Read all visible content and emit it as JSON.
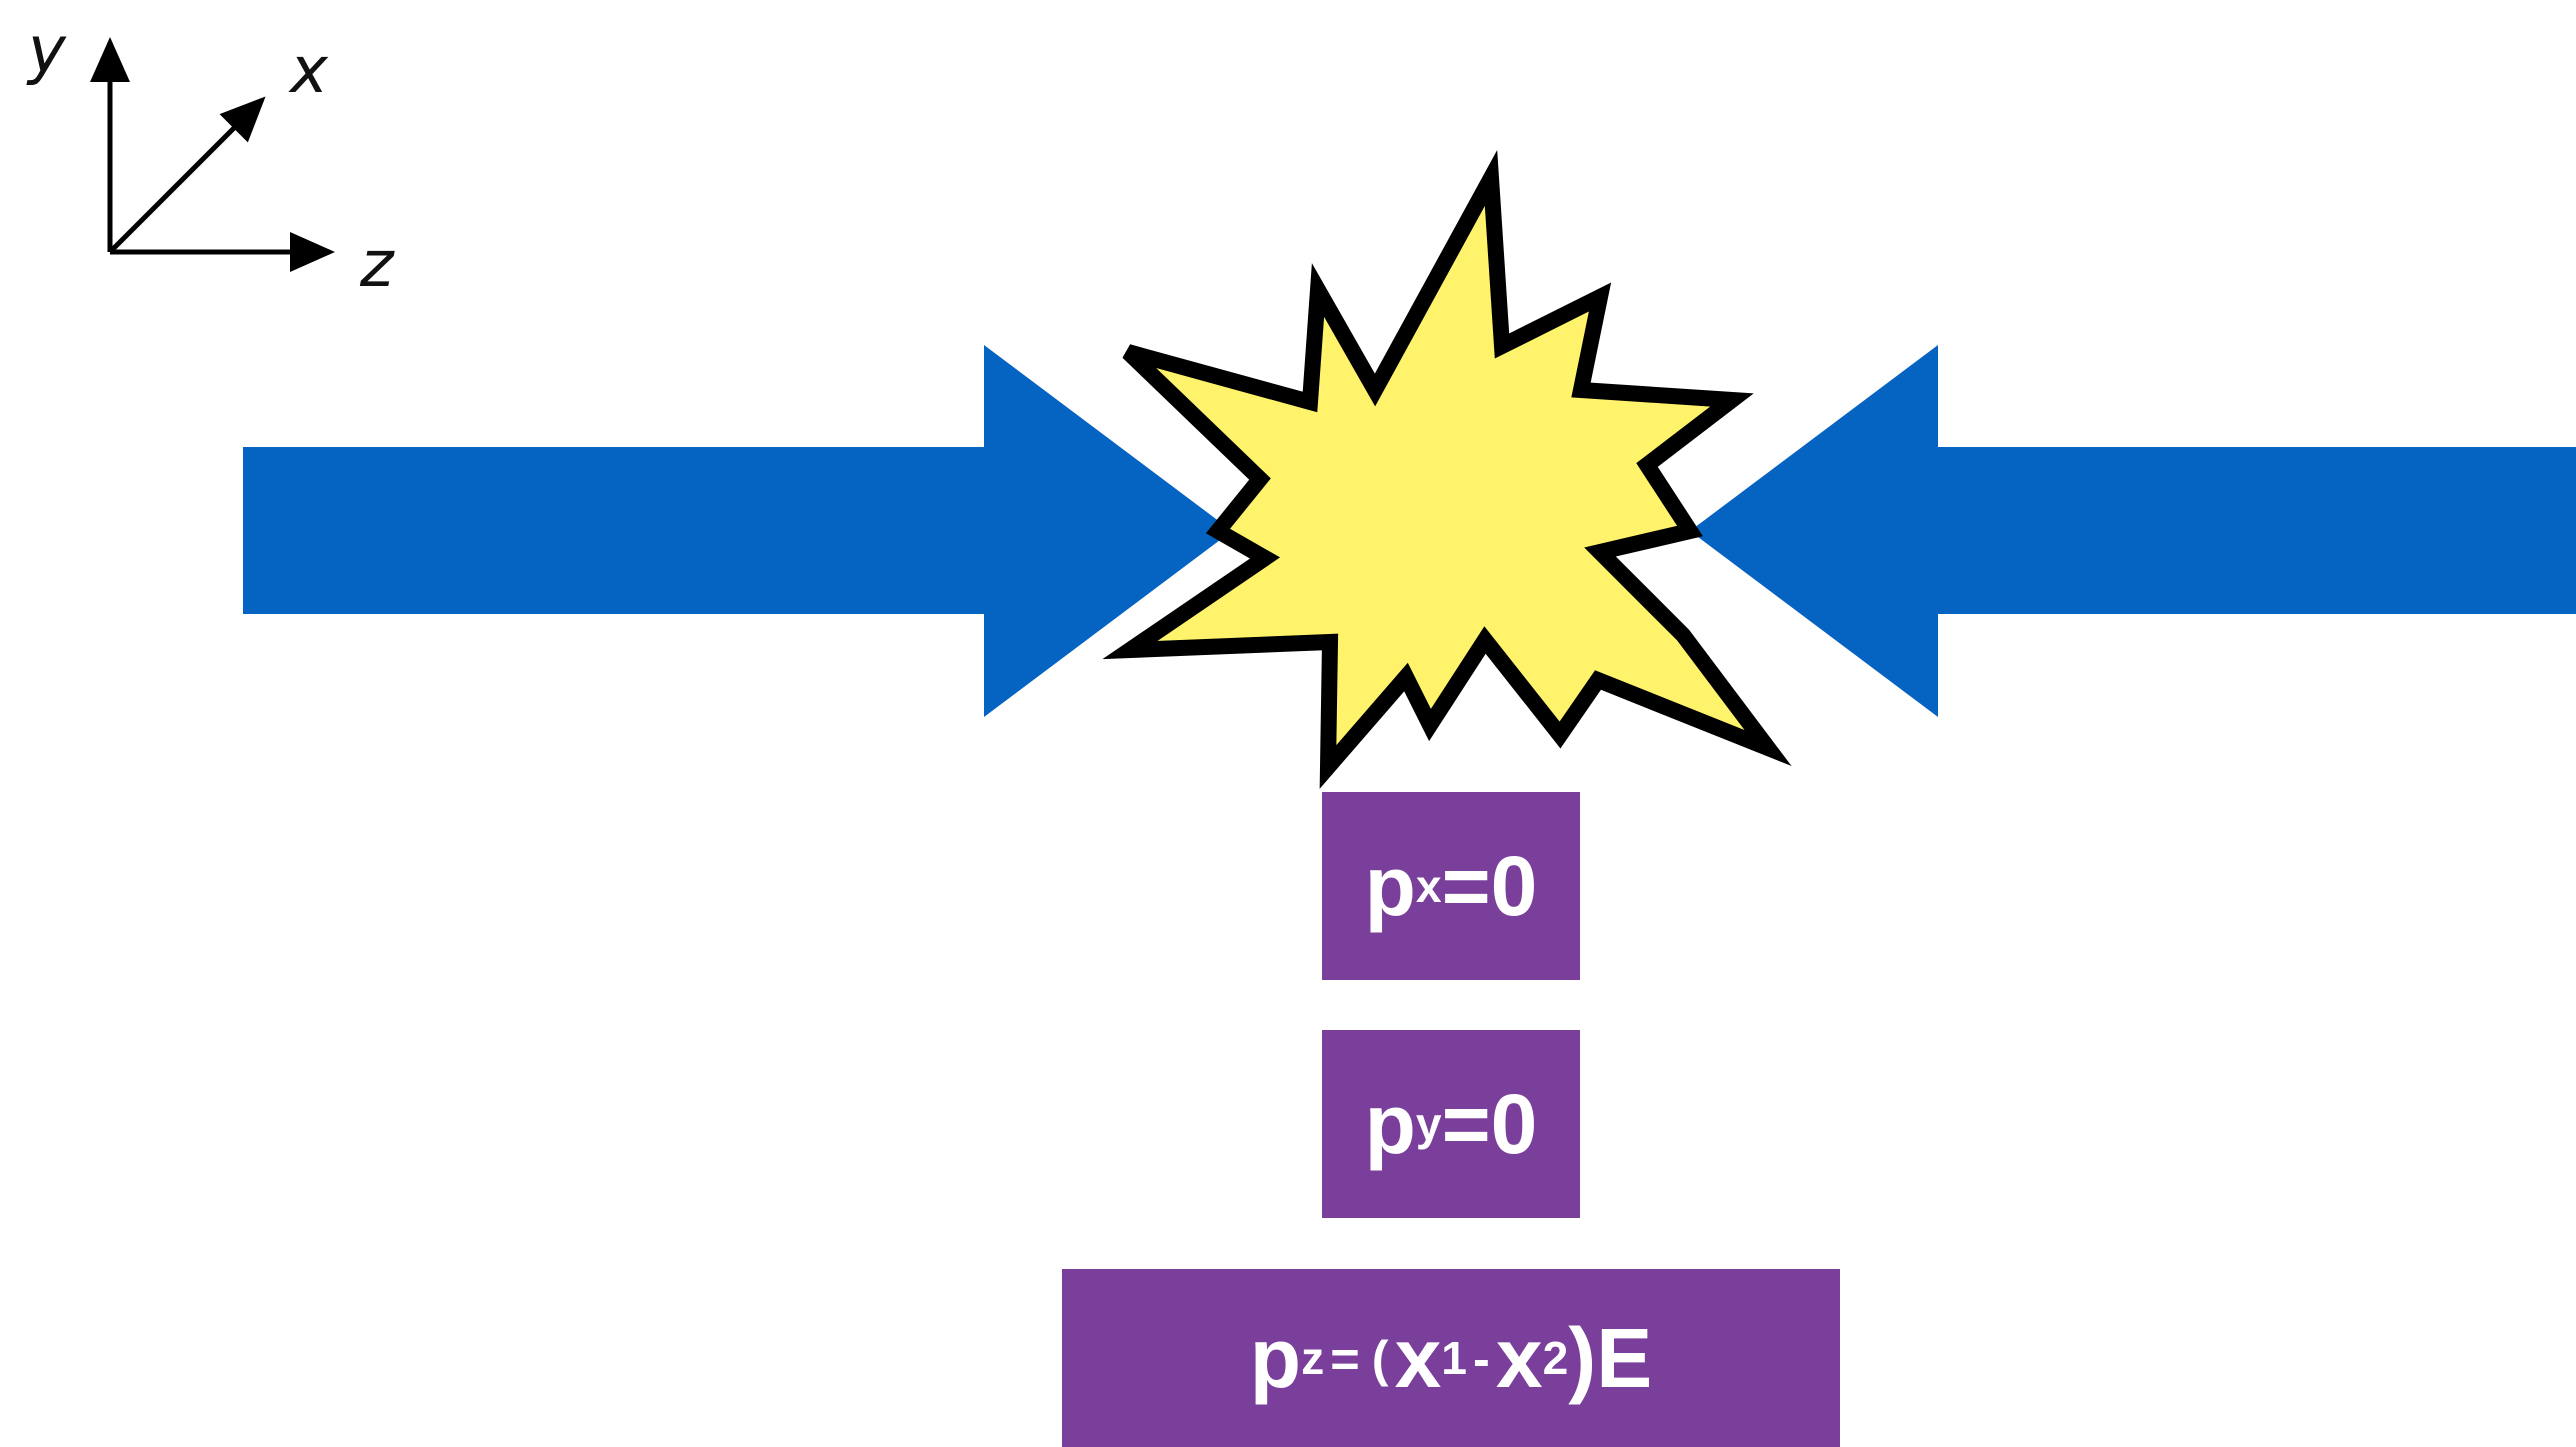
{
  "axes": {
    "y_label": "y",
    "x_label": "x",
    "z_label": "z"
  },
  "boxes": {
    "px": {
      "symbol": "p",
      "subscript": "x",
      "rhs": "=0"
    },
    "py": {
      "symbol": "p",
      "subscript": "y",
      "rhs": "=0"
    },
    "pz": {
      "symbol": "p",
      "subscript": "z",
      "equals": "=",
      "open": "(",
      "x1": "x",
      "x1_sub": "1",
      "minus": "-",
      "x2": "x",
      "x2_sub": "2",
      "close": ")E"
    }
  },
  "colors": {
    "arrow": "#0563c1",
    "burst_fill": "#fff36b",
    "burst_stroke": "#000000",
    "box": "#7a3e9b",
    "box_text": "#ffffff"
  }
}
